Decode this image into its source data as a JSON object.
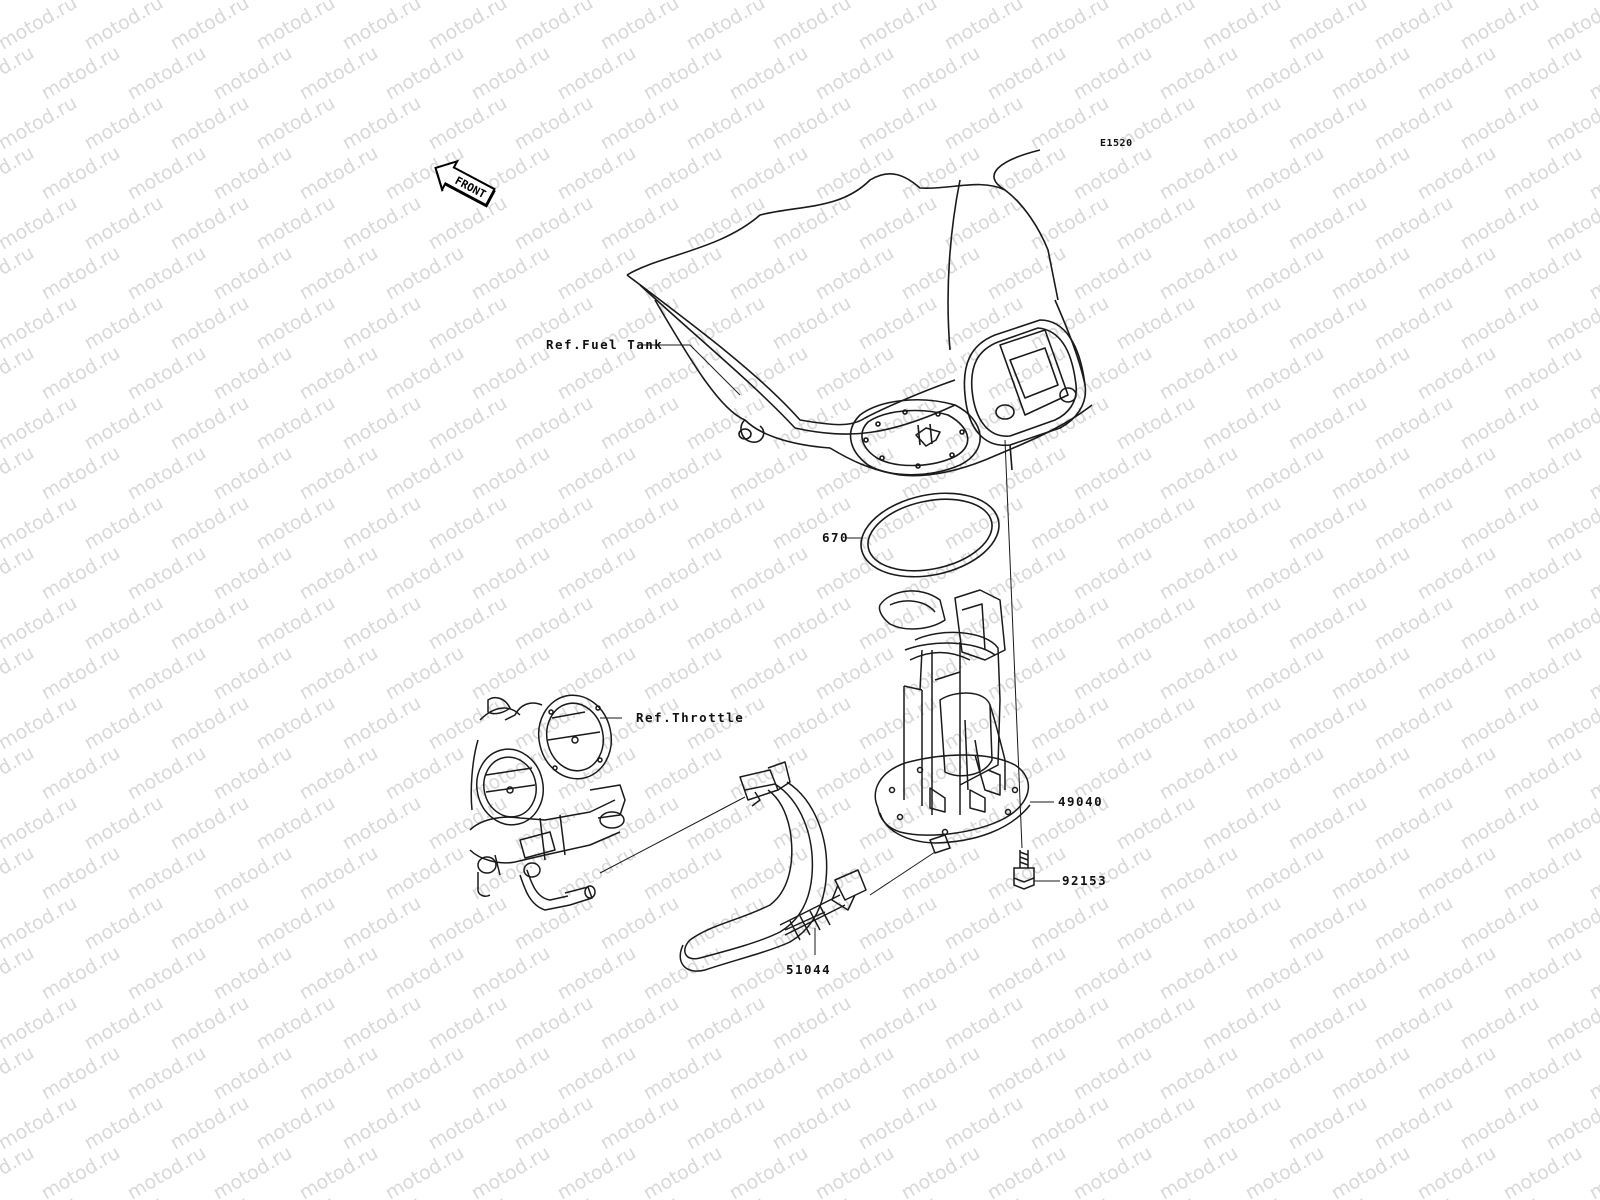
{
  "diagram": {
    "code": "E1520",
    "front_arrow_text": "FRONT",
    "watermark_text": "motod.ru",
    "labels": {
      "fuel_tank": "Ref.Fuel Tank",
      "gasket": "670",
      "throttle": "Ref.Throttle",
      "pump": "49040",
      "bolt": "92153",
      "hose": "51044"
    }
  }
}
